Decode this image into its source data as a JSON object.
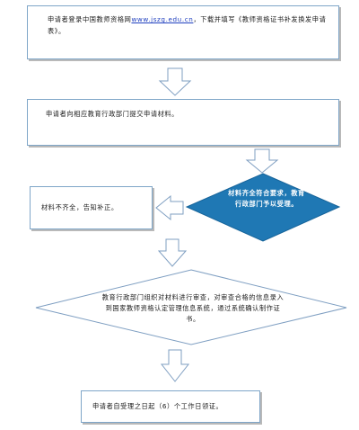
{
  "steps": {
    "apply_online": {
      "prefix": "申请者登录中国教师资格网",
      "link": "www.jszg.edu.cn",
      "suffix": "，下载并填写《教师资格证书补发换发申请表》。"
    },
    "submit": "申请者向相应教育行政部门提交申请材料。",
    "check_decision": "材料齐全符合要求，教育行政部门予以受理。",
    "incomplete": "材料不齐全，告知补正。",
    "review_decision": "教育行政部门组织对材料进行审查，对审查合格的信息录入到国家教师资格认定管理信息系统，通过系统确认制作证书。",
    "receive": "申请者自受理之日起（6）个工作日领证。"
  },
  "colors": {
    "box_border": "#7fa6c8",
    "decision_fill": "#1f78b4",
    "arrow_border": "#7f9fc2"
  }
}
